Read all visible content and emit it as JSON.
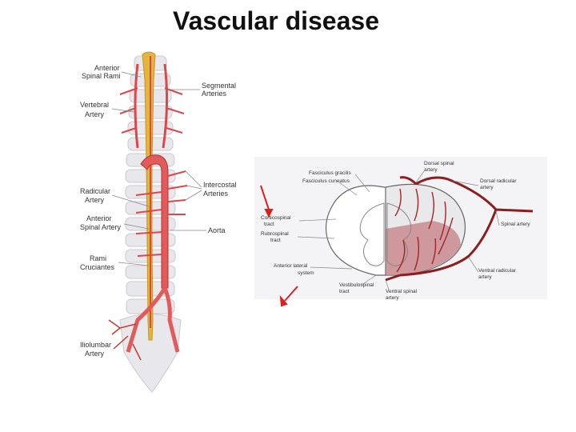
{
  "slide": {
    "title": "Vascular disease"
  },
  "left_figure": {
    "labels": [
      {
        "id": "anterior-spinal-rami",
        "lines": [
          "Anterior",
          "Spinal Rami"
        ]
      },
      {
        "id": "segmental-arteries",
        "lines": [
          "Segmental",
          "Arteries"
        ]
      },
      {
        "id": "vertebral-artery",
        "lines": [
          "Vertebral",
          "Artery"
        ]
      },
      {
        "id": "intercostal-arteries",
        "lines": [
          "Intercostal",
          "Arteries"
        ]
      },
      {
        "id": "radicular-artery",
        "lines": [
          "Radicular",
          "Artery"
        ]
      },
      {
        "id": "anterior-spinal-artery",
        "lines": [
          "Anterior",
          "Spinal Artery"
        ]
      },
      {
        "id": "aorta",
        "lines": [
          "Aorta"
        ]
      },
      {
        "id": "rami-cruciantes",
        "lines": [
          "Rami",
          "Cruciantes"
        ]
      },
      {
        "id": "iliolumbar-artery",
        "lines": [
          "Iliolumbar",
          "Artery"
        ]
      }
    ]
  },
  "right_figure": {
    "labels": [
      {
        "id": "fasciculus-gracilis",
        "lines": [
          "Fasciculus gracilis"
        ]
      },
      {
        "id": "fasciculus-cuneatus",
        "lines": [
          "Fasciculus cuneatus"
        ]
      },
      {
        "id": "dorsal-spinal-artery",
        "lines": [
          "Dorsal spinal",
          "artery"
        ]
      },
      {
        "id": "dorsal-radicular-artery",
        "lines": [
          "Dorsal radicular",
          "artery"
        ]
      },
      {
        "id": "corticospinal-tract",
        "lines": [
          "Corticospinal",
          "tract"
        ]
      },
      {
        "id": "rubrospinal-tract",
        "lines": [
          "Rubrospinal",
          "tract"
        ]
      },
      {
        "id": "spinal-artery",
        "lines": [
          "Spinal artery"
        ]
      },
      {
        "id": "anterior-lateral-system",
        "lines": [
          "Anterior lateral",
          "system"
        ]
      },
      {
        "id": "ventral-radicular-artery",
        "lines": [
          "Ventral radicular",
          "artery"
        ]
      },
      {
        "id": "vestibulospinal-tract",
        "lines": [
          "Vestibulospinal",
          "tract"
        ]
      },
      {
        "id": "ventral-spinal-artery",
        "lines": [
          "Ventral spinal",
          "artery"
        ]
      }
    ]
  },
  "colors": {
    "artery": "#d9484a",
    "dark_artery": "#8b1e1e",
    "cord": "#e2b23a",
    "bone": "#e7e7ea",
    "ischemic_zone": "#c98a8e"
  }
}
